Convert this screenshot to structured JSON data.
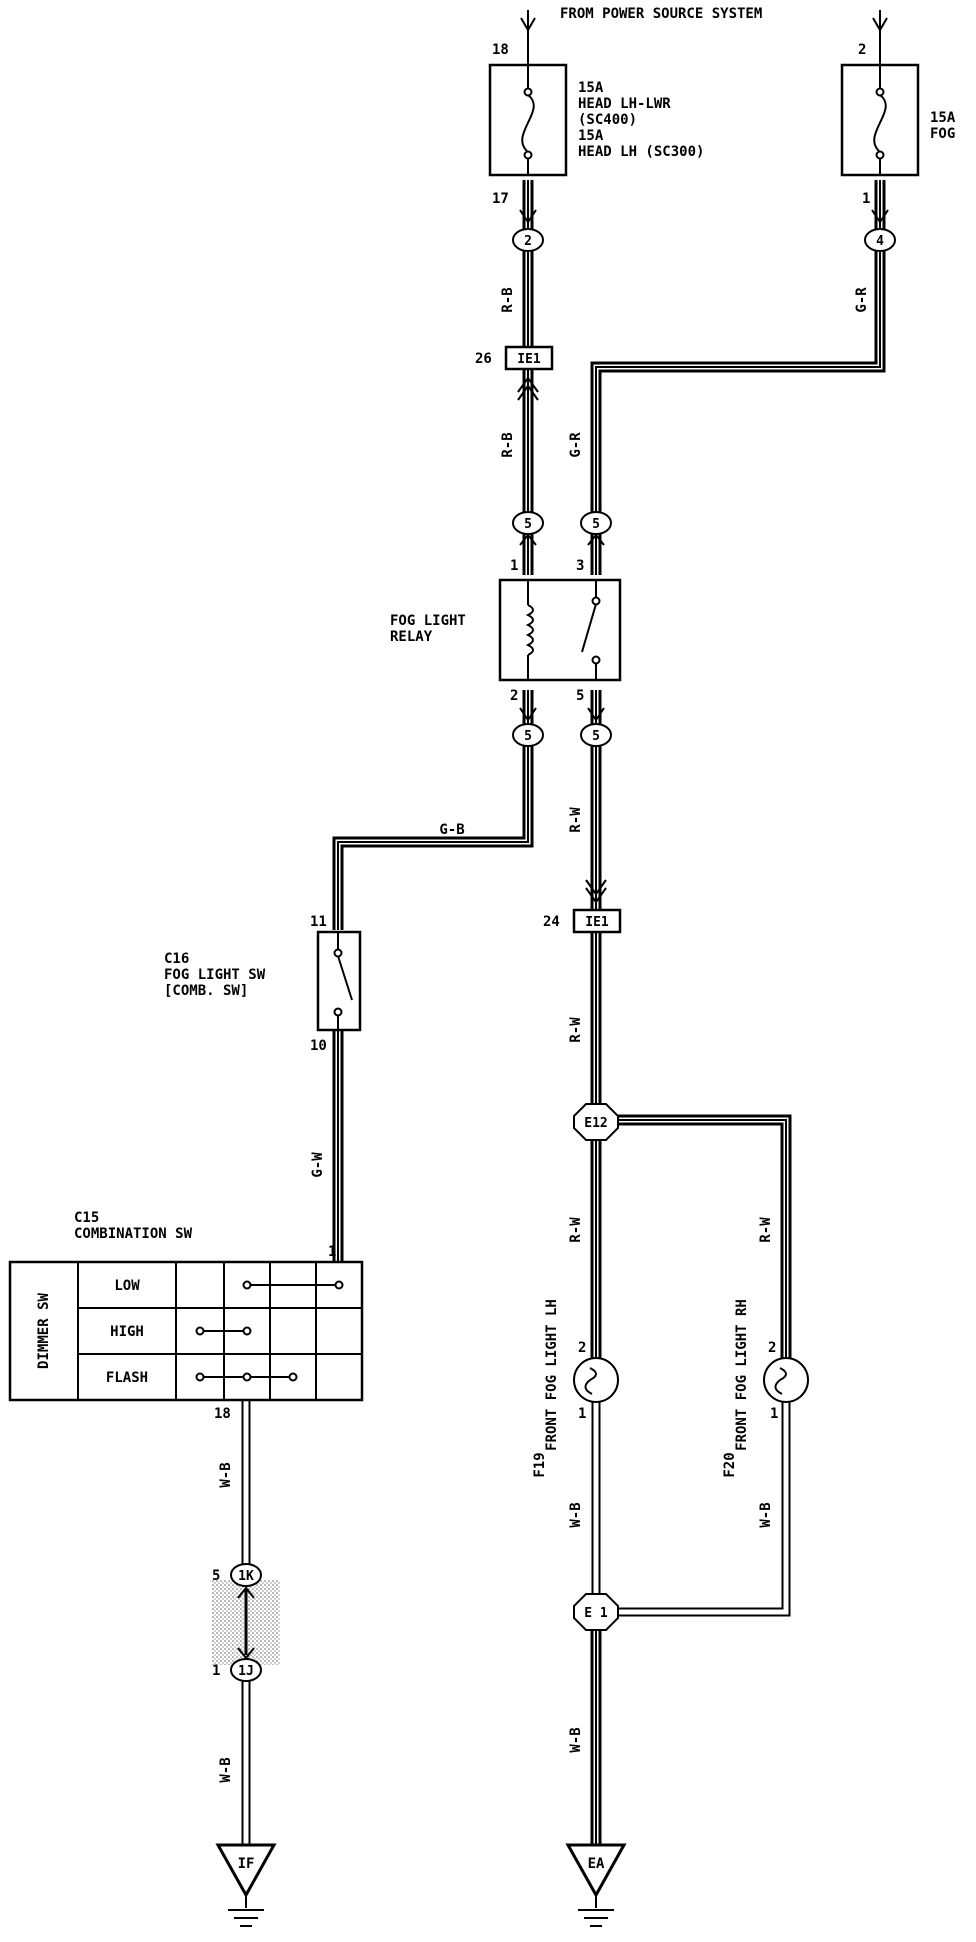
{
  "header": {
    "source": "FROM POWER SOURCE SYSTEM"
  },
  "fuses": {
    "head": {
      "pin_in": "18",
      "pin_out": "17",
      "lines": [
        "15A",
        "HEAD LH-LWR",
        "(SC400)",
        "15A",
        "HEAD LH (SC300)"
      ]
    },
    "fog": {
      "pin_in": "2",
      "pin_out": "1",
      "lines": [
        "15A",
        "FOG"
      ]
    }
  },
  "connectors": {
    "c2": "2",
    "c4": "4",
    "c5a": "5",
    "c5b": "5",
    "c5c": "5",
    "c5d": "5",
    "ie1_top": "IE1",
    "ie1_top_pin": "26",
    "ie1_mid": "IE1",
    "ie1_mid_pin": "24",
    "e12": "E12",
    "e1": "E 1",
    "k1": "1K",
    "k1_pin": "5",
    "j1": "1J",
    "j1_pin": "1"
  },
  "wires": {
    "rb_top": "R-B",
    "gr_top": "G-R",
    "rb_mid": "R-B",
    "gr_mid": "G-R",
    "gb": "G-B",
    "rw1": "R-W",
    "rw2": "R-W",
    "rw_lh": "R-W",
    "rw_rh": "R-W",
    "gw": "G-W",
    "wb_c15": "W-B",
    "wb_j": "W-B",
    "wb_lh": "W-B",
    "wb_rh": "W-B",
    "wb_e1": "W-B"
  },
  "relay": {
    "lines": [
      "FOG LIGHT",
      "RELAY"
    ],
    "pin1": "1",
    "pin3": "3",
    "pin2": "2",
    "pin5": "5"
  },
  "fog_switch": {
    "id": "C16",
    "lines": [
      "FOG LIGHT SW",
      "[COMB. SW]"
    ],
    "pin_top": "11",
    "pin_bottom": "10"
  },
  "combination_switch": {
    "id": "C15",
    "title": "COMBINATION SW",
    "side_label": "DIMMER SW",
    "rows": [
      "LOW",
      "HIGH",
      "FLASH"
    ],
    "pin_top": "1",
    "pin_bottom": "18"
  },
  "lights": {
    "lh": {
      "id": "F19",
      "name": "FRONT FOG LIGHT LH",
      "pin2": "2",
      "pin1": "1"
    },
    "rh": {
      "id": "F20",
      "name": "FRONT FOG LIGHT RH",
      "pin2": "2",
      "pin1": "1"
    }
  },
  "grounds": {
    "left": "IF",
    "right": "EA"
  }
}
